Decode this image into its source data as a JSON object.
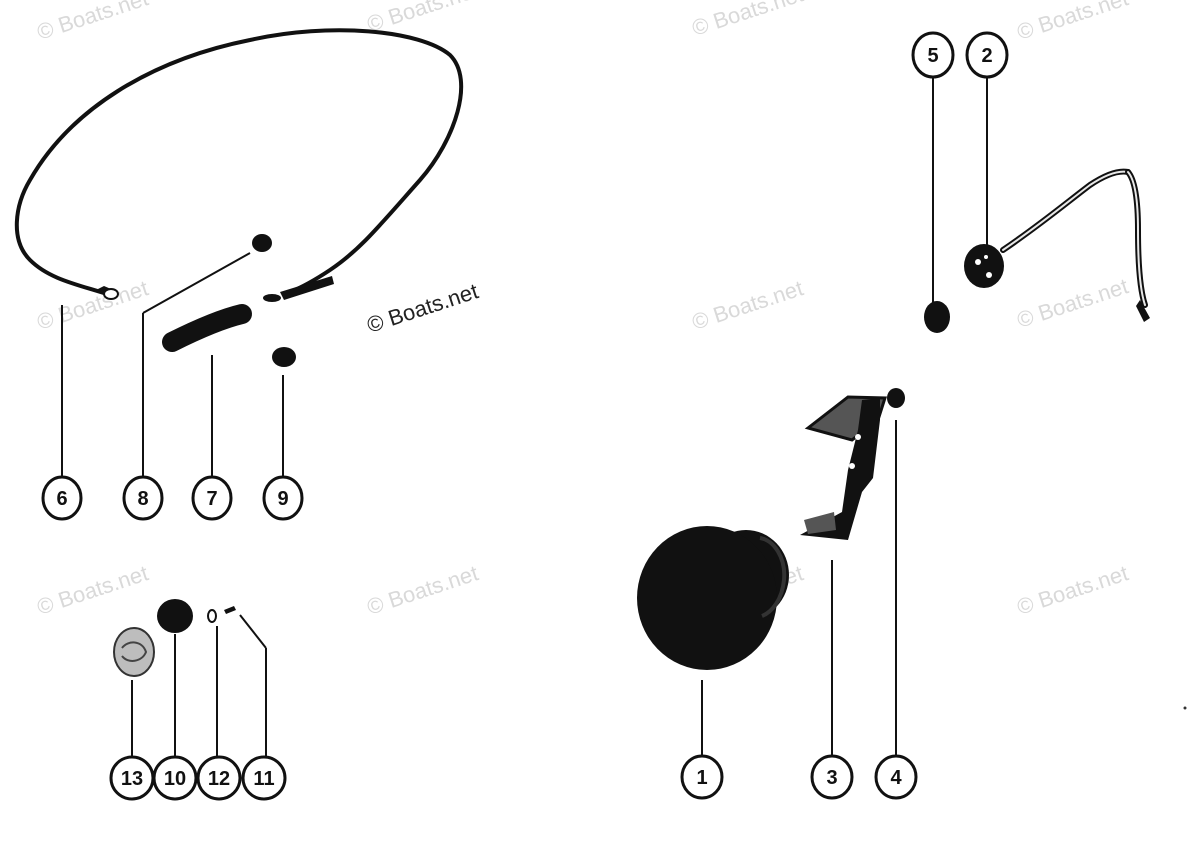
{
  "watermark": "© Boats.net",
  "callouts": {
    "c1": "1",
    "c2": "2",
    "c3": "3",
    "c4": "4",
    "c5": "5",
    "c6": "6",
    "c7": "7",
    "c8": "8",
    "c9": "9",
    "c10": "10",
    "c11": "11",
    "c12": "12",
    "c13": "13"
  }
}
